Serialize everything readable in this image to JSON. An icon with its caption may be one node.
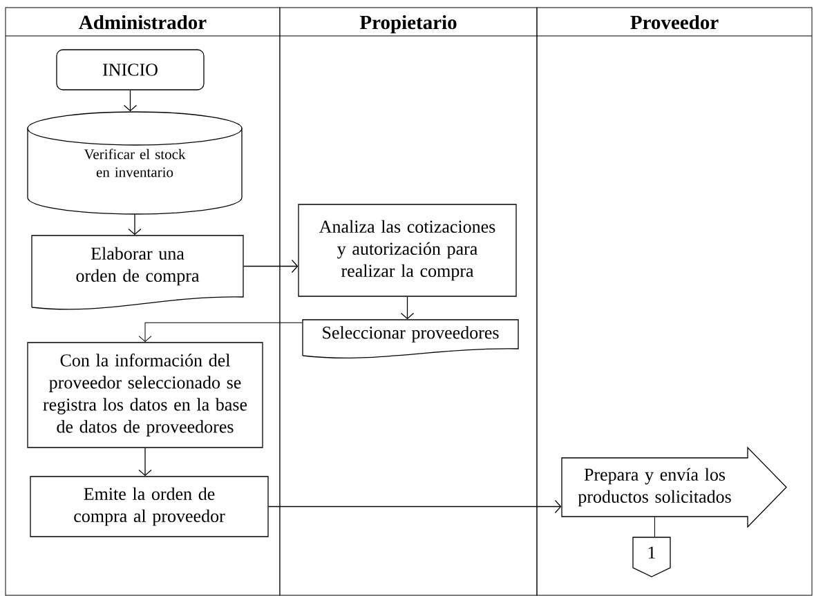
{
  "diagram": {
    "nodes": [
      {
        "text": [
          "Administrador"
        ]
      },
      {
        "text": [
          "Propietario"
        ]
      },
      {
        "text": [
          "Proveedor"
        ]
      },
      {
        "text": [
          "INICIO"
        ],
        "in": 0
      },
      {
        "text": [
          "Verificar el stock en inventario"
        ],
        "in": 0
      },
      {
        "text": [
          "Elaborar una orden de compra"
        ],
        "in": 0
      },
      {
        "text": [
          "Analiza las cotizaciones y autorización para realizar la compra"
        ],
        "in": 1
      },
      {
        "text": [
          "Seleccionar proveedores"
        ],
        "in": 1
      },
      {
        "text": [
          "Con la información del proveedor seleccionado se registra los datos en la base de datos de proveedores"
        ],
        "in": 0
      },
      {
        "text": [
          "Emite la orden de compra al proveedor"
        ],
        "in": 0
      },
      {
        "text": [
          "Prepara y envía los productos solicitados"
        ],
        "in": 2
      },
      {
        "text": [
          "1"
        ],
        "in": 2
      }
    ],
    "edges": [
      {
        "from": 3,
        "to": 4,
        "arrow": "to"
      },
      {
        "from": 4,
        "to": 5,
        "arrow": "to"
      },
      {
        "from": 5,
        "to": 6,
        "arrow": "to"
      },
      {
        "from": 6,
        "to": 7,
        "arrow": "to"
      },
      {
        "from": 7,
        "to": 8,
        "arrow": "to"
      },
      {
        "from": 8,
        "to": 9,
        "arrow": "to"
      },
      {
        "from": 9,
        "to": 10,
        "arrow": "to"
      },
      {
        "from": 10,
        "to": 11,
        "arrow": "none"
      }
    ]
  }
}
